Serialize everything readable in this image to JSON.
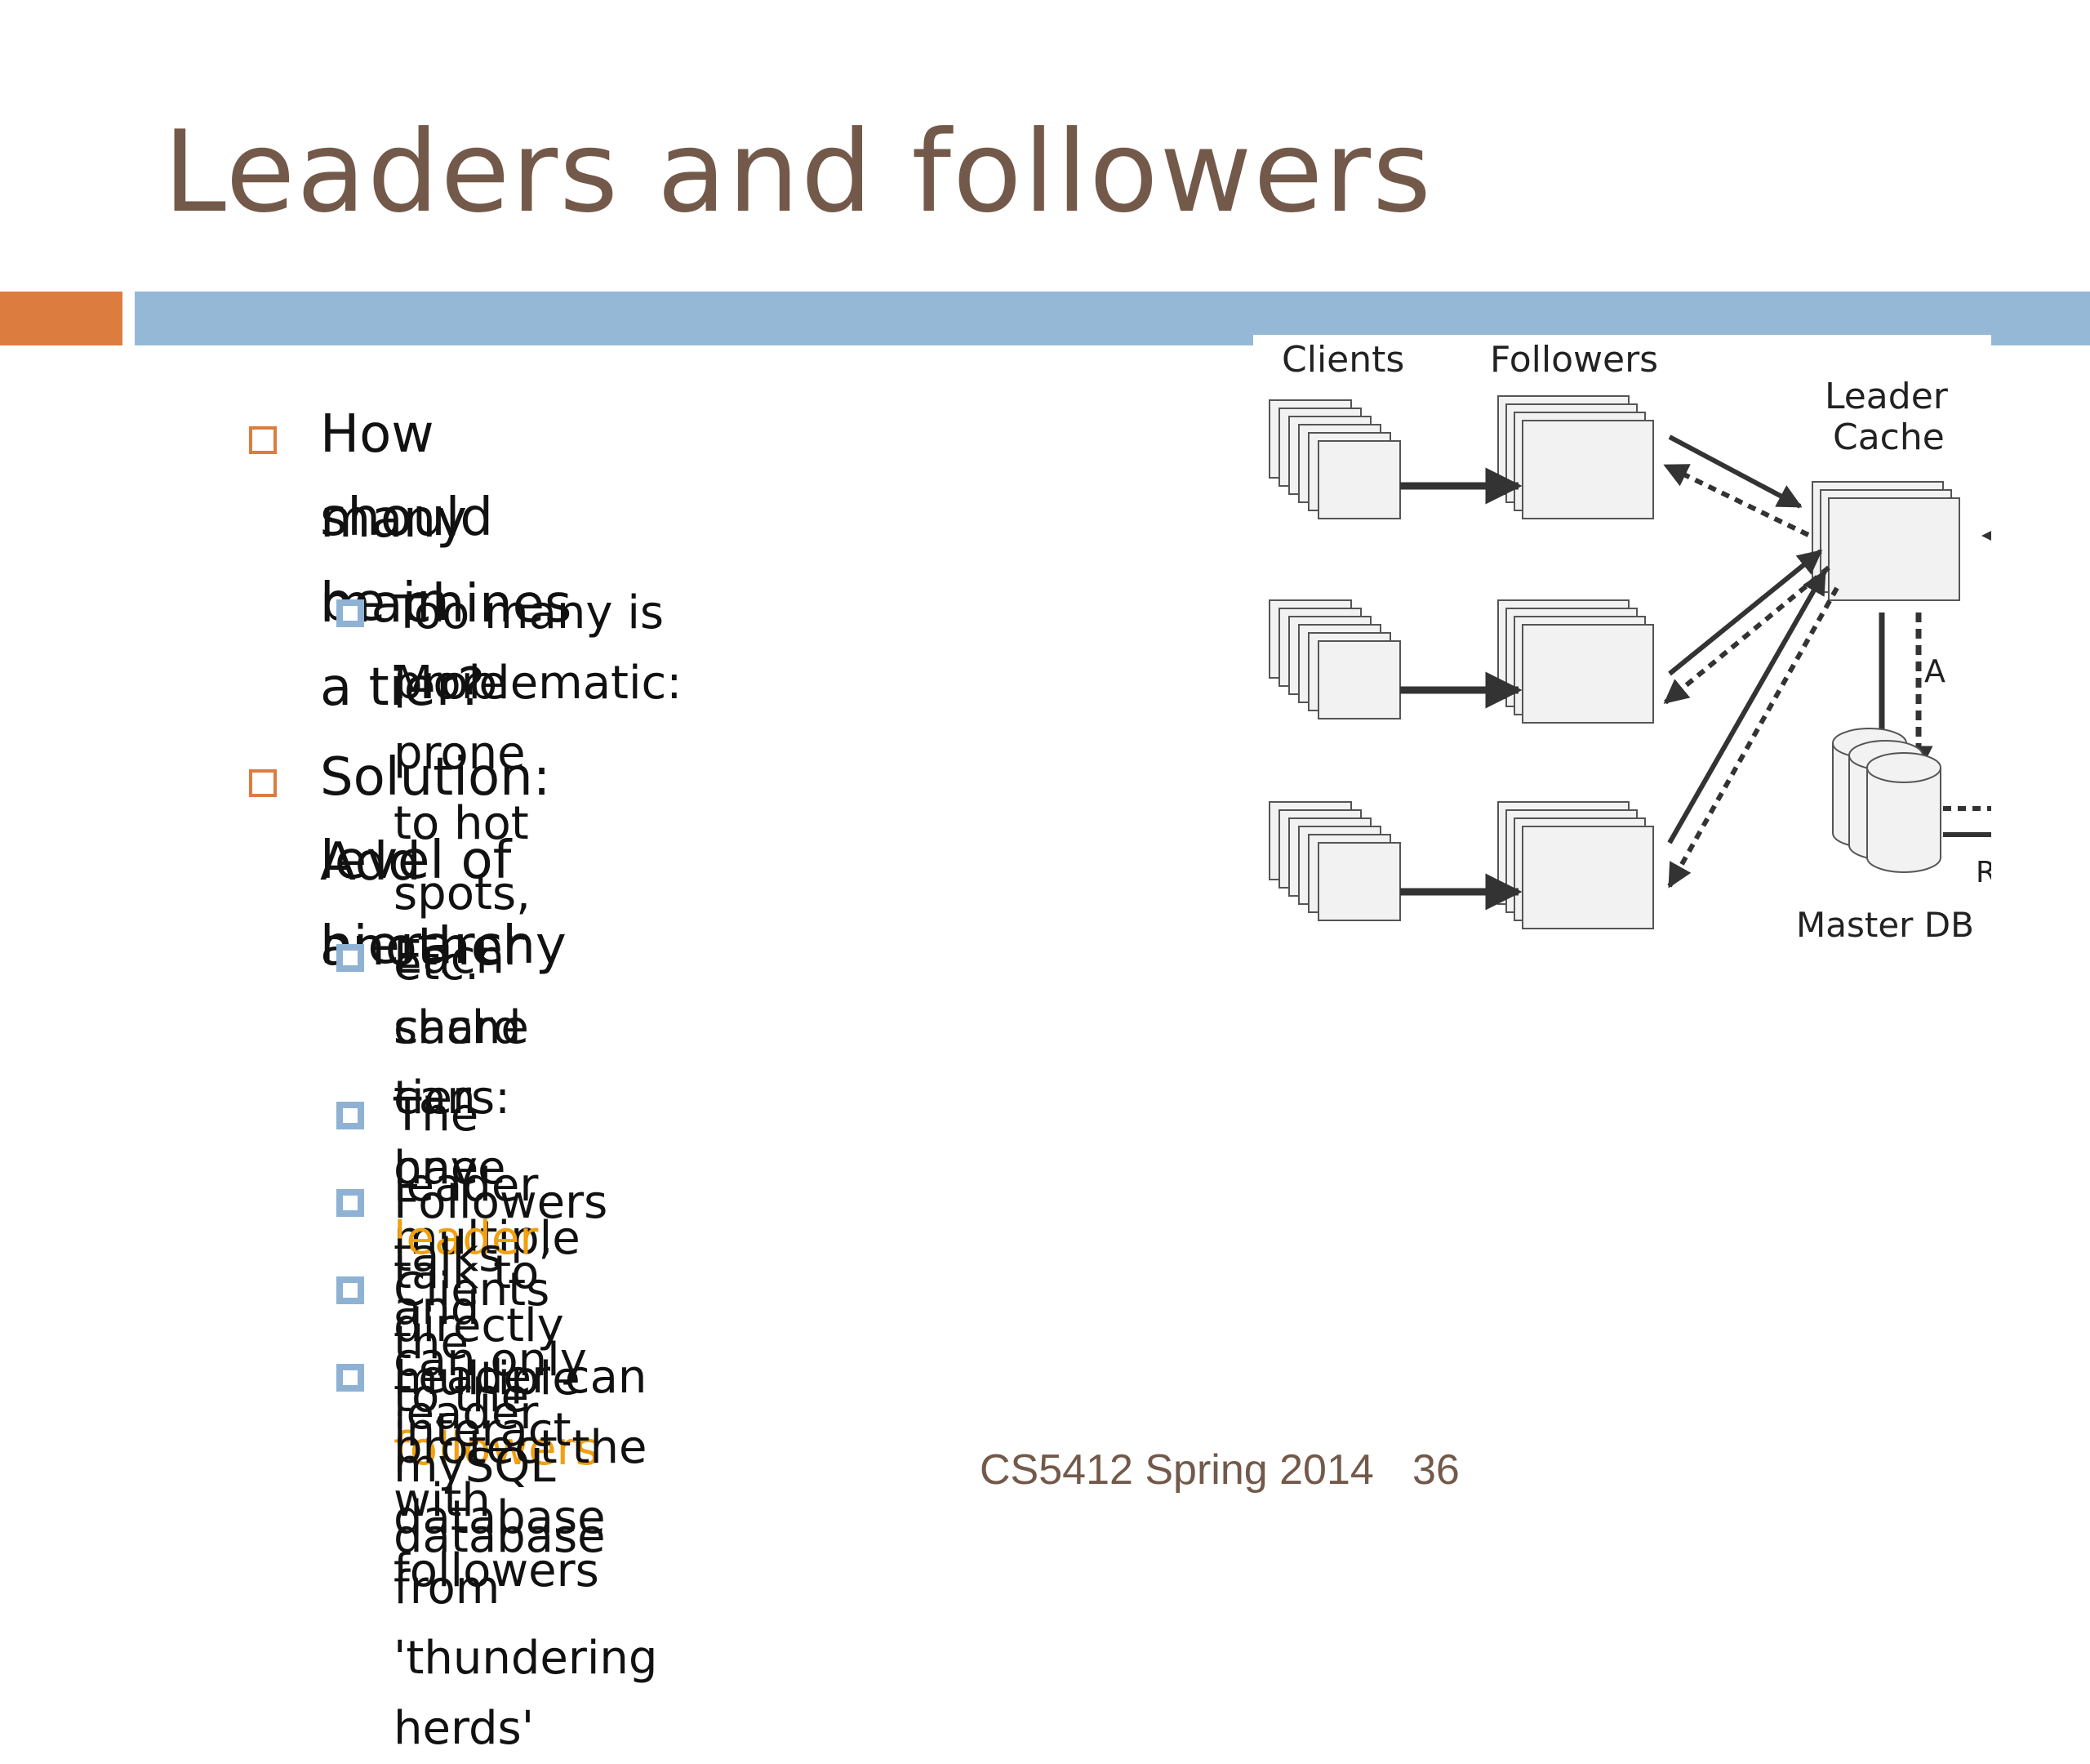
{
  "slide": {
    "title": "Leaders and followers",
    "footer_course": "CS5412 Spring 2014",
    "page_number": "36",
    "colors": {
      "title": "#73594a",
      "accent": "#dd7c3f",
      "bar": "#95b8d6",
      "highlight": "#f0a010"
    }
  },
  "bullets": {
    "b1_line1": "How many machines",
    "b1_line2": "should be in a tier?",
    "b1_sub1_line1": "Too many is problematic:",
    "b1_sub1_line2": "More prone to hot spots, etc.",
    "b2_line1": "Solution: Add another",
    "b2_line2": "level of hierarchy",
    "b2_sub1_line1": "Each shard can have multiple",
    "b2_sub1_line2_a": "cache tiers: one ",
    "b2_sub1_line2_hl1": "leader",
    "b2_sub1_line2_b": ", and multiple ",
    "b2_sub1_line2_hl2": "followers",
    "b2_sub2": "The leader talks directly to the mySQL database",
    "b2_sub3": "Followers talk to the leader",
    "b2_sub4": "Clients can only interact with followers",
    "b2_sub5": "Leader can protect the database from 'thundering herds'"
  },
  "diagram": {
    "label_clients": "Clients",
    "label_followers": "Followers",
    "label_leader_1": "Leader",
    "label_leader_2": "Cache",
    "label_master_db": "Master DB",
    "label_a": "A",
    "label_r": "R"
  }
}
